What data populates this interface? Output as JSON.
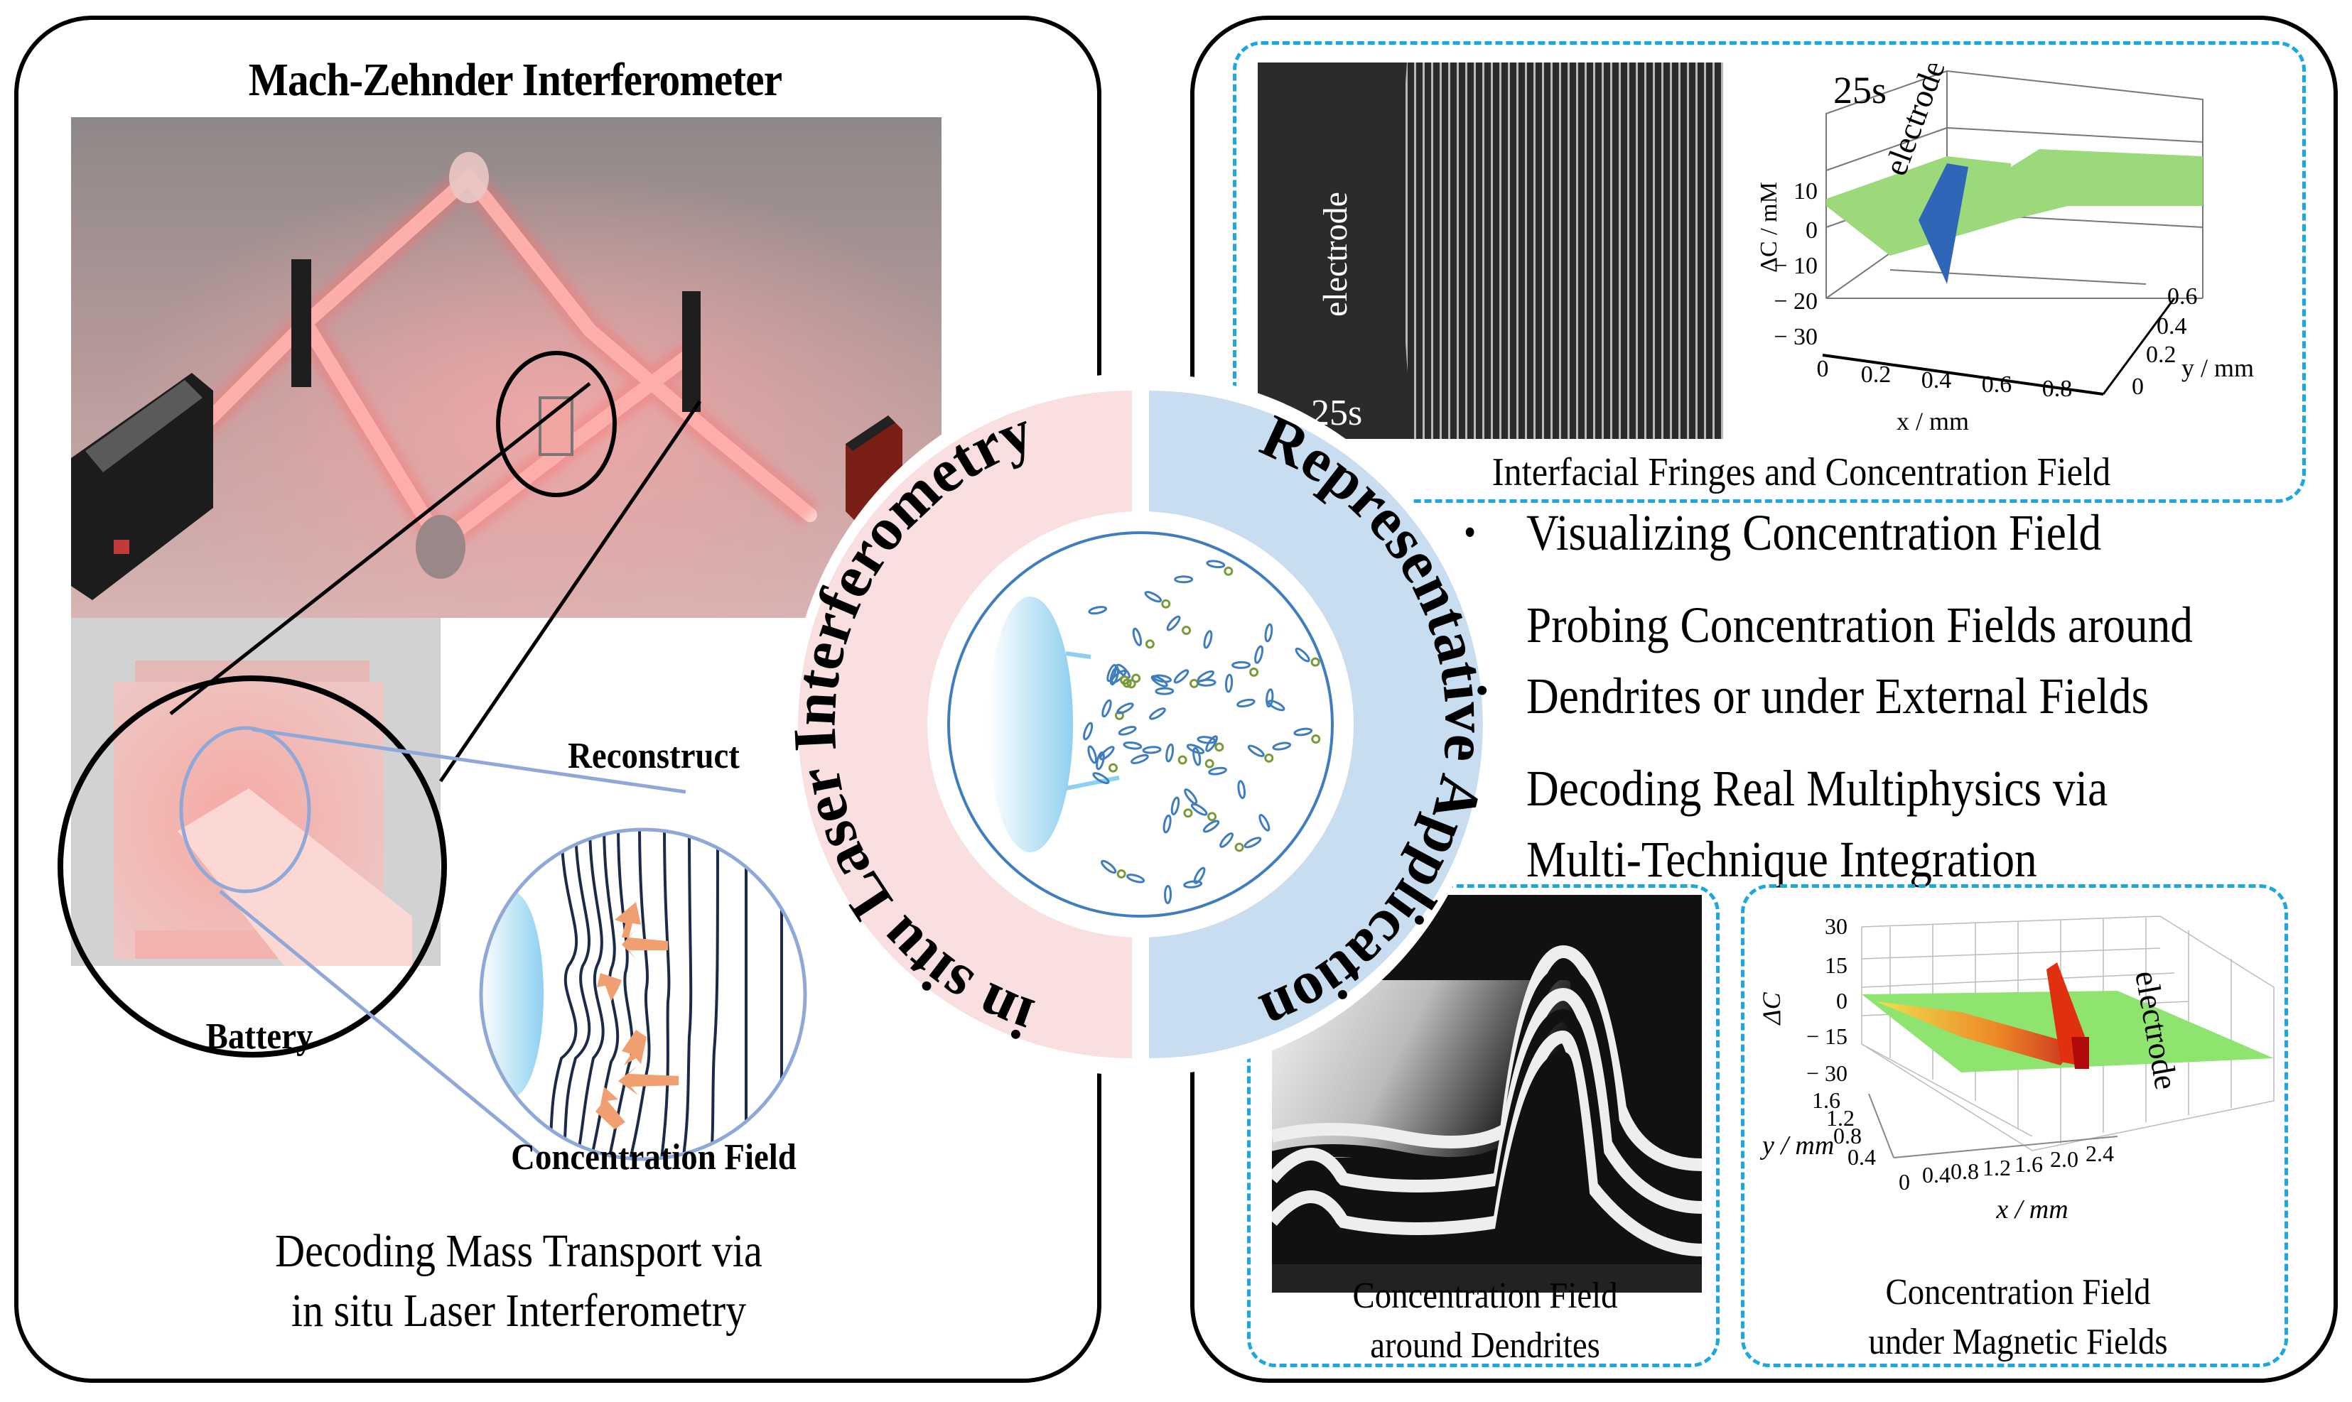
{
  "left_panel": {
    "title": "Mach-Zehnder Interferometer",
    "labels": {
      "reconstruct": "Reconstruct",
      "battery": "Battery",
      "concentration_field": "Concentration Field"
    },
    "caption_line1": "Decoding Mass Transport via",
    "caption_line2": "in situ Laser Interferometry"
  },
  "center_circle": {
    "left_arc_text": "in situ Laser Interferometry",
    "right_arc_text": "Representative Application",
    "colors": {
      "left": "#f9dfe0",
      "right": "#c9ddf1"
    }
  },
  "right_panel": {
    "top_figure": {
      "fringe_image": {
        "label": "electrode",
        "time": "25s"
      },
      "plot": {
        "time": "25s",
        "surface_label": "electrode",
        "zlabel": "ΔC / mM",
        "z_ticks": [
          "10",
          "0",
          "− 10",
          "− 20",
          "− 30"
        ],
        "xlabel": "x / mm",
        "x_ticks": [
          "0",
          "0.2",
          "0.4",
          "0.6",
          "0.8"
        ],
        "ylabel": "y / mm",
        "y_ticks": [
          "0",
          "0.2",
          "0.4",
          "0.6"
        ]
      },
      "caption": "Interfacial Fringes and Concentration Field"
    },
    "bullets": [
      [
        "Visualizing Concentration Field"
      ],
      [
        "Probing Concentration Fields around",
        "Dendrites or under External Fields"
      ],
      [
        "Decoding Real Multiphysics via",
        "Multi-Technique Integration"
      ]
    ],
    "bottom_left_figure": {
      "caption_line1": "Concentration Field",
      "caption_line2": "around Dendrites"
    },
    "bottom_right_figure": {
      "plot": {
        "surface_label": "electrode",
        "zlabel": "ΔC",
        "z_ticks": [
          "30",
          "15",
          "0",
          "− 15",
          "− 30"
        ],
        "ylabel": "y / mm",
        "y_ticks": [
          "1.6",
          "1.2",
          "0.8",
          "0.4"
        ],
        "xlabel": "x / mm",
        "x_ticks": [
          "0",
          "0.4",
          "0.8",
          "1.2",
          "1.6",
          "2.0",
          "2.4"
        ]
      },
      "caption_line1": "Concentration Field",
      "caption_line2": "under Magnetic Fields"
    }
  },
  "colors": {
    "dashed_border": "#1ca7e0",
    "laser_red": "#e84a4a",
    "electrode_blue": "#8fd0f0",
    "arrow_orange": "#f0a070",
    "surface_green": "#8fdc6f"
  }
}
